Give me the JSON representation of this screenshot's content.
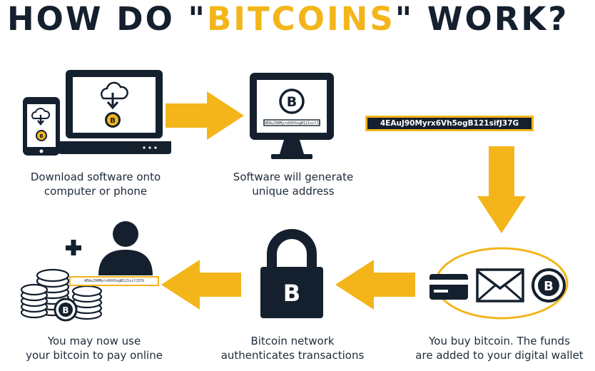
{
  "title": {
    "part1": "HOW DO \"",
    "highlight": "BITCOINS",
    "part2": "\" WORK?"
  },
  "address": "4EAuJ90Myrx6Vh5ogB121sifJ37G",
  "steps": [
    {
      "line1": "Download software onto",
      "line2": "computer or phone"
    },
    {
      "line1": "Software will generate",
      "line2": "unique address"
    },
    {
      "line1": "You buy bitcoin. The funds",
      "line2": "are added to your digital wallet"
    },
    {
      "line1": "Bitcoin network",
      "line2": "authenticates transactions"
    },
    {
      "line1": "You may now use",
      "line2": "your bitcoin to pay online"
    }
  ],
  "icons": {
    "bitcoin_symbol": "B",
    "plus_symbol": "+"
  },
  "colors": {
    "navy": "#14202e",
    "yellow": "#f3b51a",
    "white": "#ffffff"
  }
}
